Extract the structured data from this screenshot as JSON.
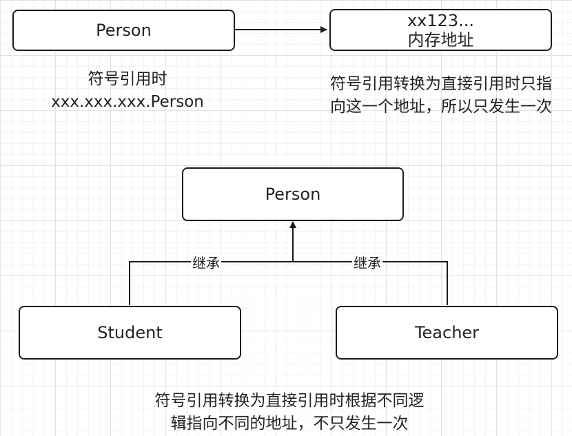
{
  "top_section": {
    "source_box": {
      "label": "Person"
    },
    "target_box": {
      "line1": "xx123...",
      "line2": "内存地址"
    },
    "left_note": {
      "line1": "符号引用时",
      "line2": "xxx.xxx.xxx.Person"
    },
    "right_note": {
      "line1": "符号引用转换为直接引用时只指",
      "line2": "向这一个地址，所以只发生一次"
    }
  },
  "hierarchy": {
    "parent": {
      "label": "Person"
    },
    "left_child": {
      "label": "Student"
    },
    "right_child": {
      "label": "Teacher"
    },
    "left_edge_label": "继承",
    "right_edge_label": "继承"
  },
  "bottom_note": {
    "line1": "符号引用转换为直接引用时根据不同逻",
    "line2": "辑指向不同的地址，不只发生一次"
  }
}
